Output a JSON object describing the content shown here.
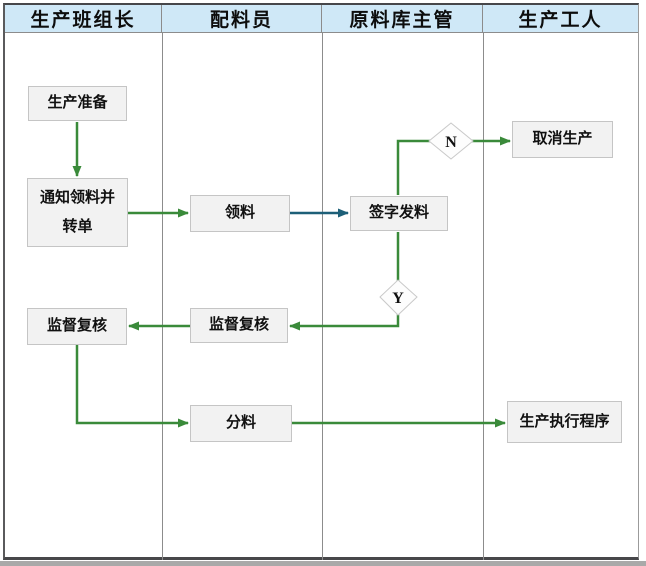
{
  "lanes": [
    {
      "label": "生产班组长"
    },
    {
      "label": "配料员"
    },
    {
      "label": "原料库主管"
    },
    {
      "label": "生产工人"
    }
  ],
  "nodes": {
    "prepare": {
      "label": "生产准备"
    },
    "notify": {
      "label": "通知领料并\n转单"
    },
    "pick": {
      "label": "领料"
    },
    "sign": {
      "label": "签字发料"
    },
    "cancel": {
      "label": "取消生产"
    },
    "review_leader": {
      "label": "监督复核"
    },
    "review_batcher": {
      "label": "监督复核"
    },
    "split": {
      "label": "分料"
    },
    "execute": {
      "label": "生产执行程序"
    }
  },
  "decisions": {
    "no": {
      "label": "N"
    },
    "yes": {
      "label": "Y"
    }
  },
  "colors": {
    "arrow_green": "#3a8a3a",
    "arrow_teal": "#1d5f78",
    "header_bg": "#cfe8f7",
    "box_bg": "#f2f2f2",
    "box_border": "#c5c5c5",
    "lane_line": "#8c8c8c",
    "diamond_border": "#c9c9c9"
  }
}
